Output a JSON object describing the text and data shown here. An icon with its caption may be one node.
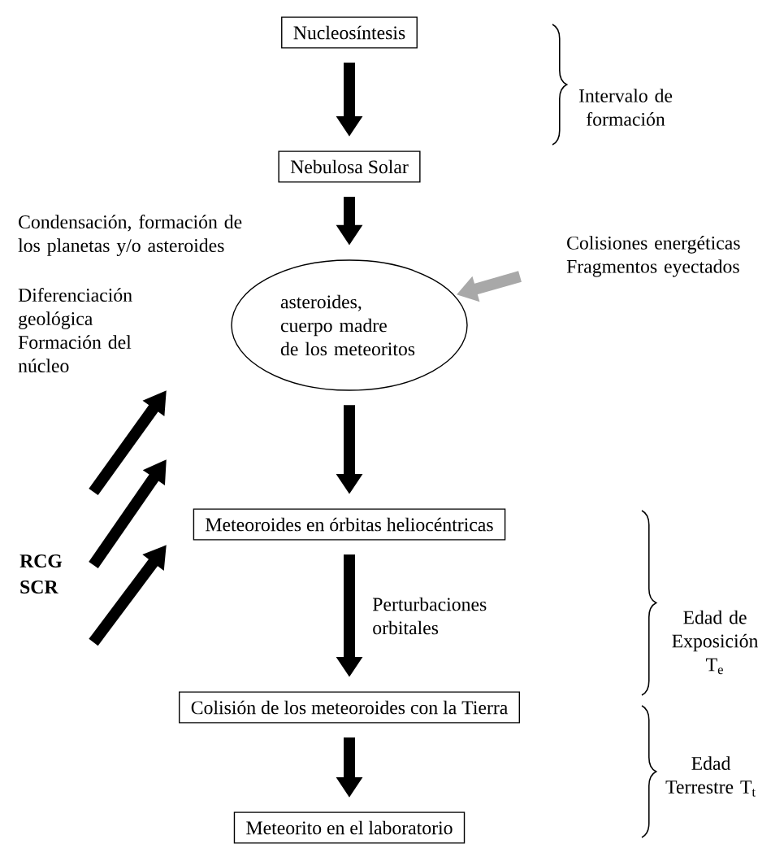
{
  "diagram": {
    "nodes": [
      {
        "text": [
          "Nucleosíntesis"
        ]
      },
      {
        "text": [
          "Nebulosa Solar"
        ]
      },
      {
        "text": [
          "asteroides, cuerpo madre de los meteoritos"
        ]
      },
      {
        "text": [
          "Meteoroides en órbitas heliocéntricas"
        ]
      },
      {
        "text": [
          "Colisión de los meteoroides con la Tierra"
        ]
      },
      {
        "text": [
          "Meteorito en el laboratorio"
        ]
      }
    ],
    "edges": [
      {
        "from": 0,
        "to": 1,
        "arrow": "to"
      },
      {
        "from": 1,
        "to": 2,
        "arrow": "to"
      },
      {
        "from": null,
        "to": 2,
        "arrow": "to",
        "color": "#a8a8a8"
      },
      {
        "from": 2,
        "to": 3,
        "arrow": "to"
      },
      {
        "from": 3,
        "to": 4,
        "arrow": "to",
        "label": "Perturbaciones orbitales"
      },
      {
        "from": 4,
        "to": 5,
        "arrow": "to"
      }
    ],
    "labels": [
      "Intervalo de formación",
      "Condensación, formación de los planetas y/o asteroides",
      "Colisiones energéticas Fragmentos eyectados",
      "Diferenciación geológica Formación del núcleo",
      "RCG",
      "SCR",
      "Edad de Exposición T$_{e}$",
      "Edad Terrestre T$_{t}$"
    ]
  }
}
